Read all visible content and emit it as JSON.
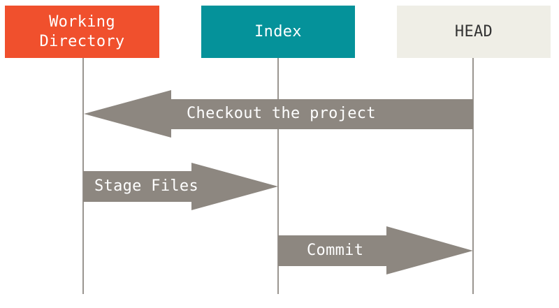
{
  "columns": {
    "working_directory": {
      "label": "Working\nDirectory",
      "color": "#f0502d"
    },
    "index": {
      "label": "Index",
      "color": "#05929a"
    },
    "head": {
      "label": "HEAD",
      "color": "#efeee6"
    }
  },
  "arrows": {
    "checkout": {
      "label": "Checkout the project",
      "from": "HEAD",
      "to": "Working Directory"
    },
    "stage": {
      "label": "Stage Files",
      "from": "Working Directory",
      "to": "Index"
    },
    "commit": {
      "label": "Commit",
      "from": "Index",
      "to": "HEAD"
    }
  },
  "colors": {
    "arrow": "#8d8780",
    "lifeline": "#9a9590"
  }
}
